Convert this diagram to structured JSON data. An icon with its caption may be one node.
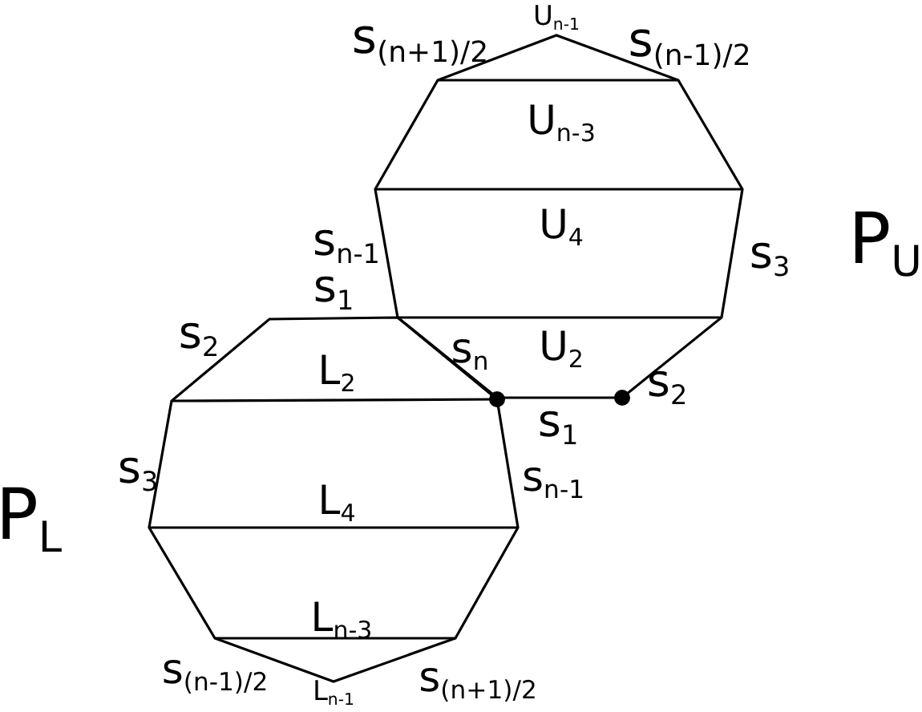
{
  "diagram": {
    "labels": [
      "s$_{(n+1)/2}$",
      "U$_{n-1}$",
      "s$_{(n-1)/2}$",
      "U$_{n-3}$",
      "U$_{4}$",
      "s$_{n-1}$",
      "s$_{3}$",
      "P$_{U}$",
      "s$_{1}$",
      "s$_{2}$",
      "s$_{n}$",
      "U$_{2}$",
      "L$_{2}$",
      "s$_{2}$",
      "s$_{1}$",
      "s$_{3}$",
      "s$_{n-1}$",
      "P$_{L}$",
      "L$_{4}$",
      "L$_{n-3}$",
      "s$_{(n-1)/2}$",
      "L$_{n-1}$",
      "s$_{(n+1)/2}$"
    ]
  }
}
